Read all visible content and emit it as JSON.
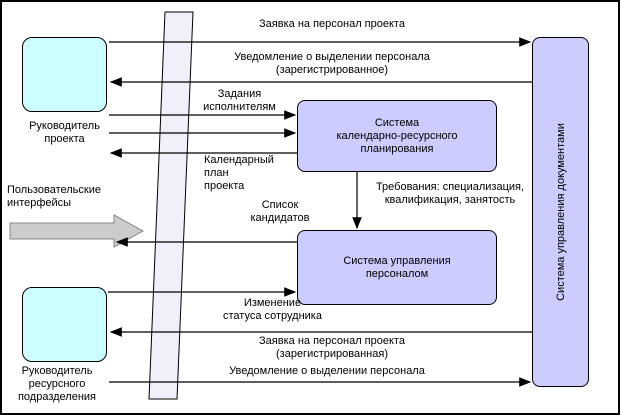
{
  "colors": {
    "actor_fill": "#ccffff",
    "system_fill": "#ccccff",
    "plane_fill": "#f0f0fb",
    "ui_arrow_fill": "#cccccc",
    "line": "#000000"
  },
  "actors": {
    "project_manager": {
      "lines": [
        "Руководитель",
        "проекта"
      ]
    },
    "resource_manager": {
      "lines": [
        "Руководитель",
        "ресурсного",
        "подразделения"
      ]
    }
  },
  "systems": {
    "planning": {
      "lines": [
        "Система",
        "календарно-ресурсного",
        "планирования"
      ]
    },
    "personnel": {
      "lines": [
        "Система управления",
        "персоналом"
      ]
    },
    "documents": {
      "label": "Система управления документами"
    }
  },
  "ui": {
    "lines": [
      "Пользовательские",
      "интерфейсы"
    ]
  },
  "flows": {
    "request_top": {
      "lines": [
        "Заявка на персонал проекта"
      ],
      "direction": "right"
    },
    "notice_registered": {
      "lines": [
        "Уведомление о выделении персонала",
        "(зарегистрированное)"
      ],
      "direction": "left"
    },
    "tasks": {
      "lines": [
        "Задания",
        "исполнителям"
      ],
      "direction": "right"
    },
    "calendar_plan": {
      "lines": [
        "Календарный",
        "план",
        "проекта"
      ],
      "direction": "left"
    },
    "requirements": {
      "lines": [
        "Требования: специализация,",
        "квалификация, занятость"
      ],
      "direction": "down"
    },
    "candidates": {
      "lines": [
        "Список",
        "кандидатов"
      ],
      "direction": "left"
    },
    "status_change": {
      "lines": [
        "Изменение",
        "статуса сотрудника"
      ],
      "direction": "right"
    },
    "request_registered": {
      "lines": [
        "Заявка на персонал проекта",
        "(зарегистрированная)"
      ],
      "direction": "left"
    },
    "notice_bottom": {
      "lines": [
        "Уведомление о выделении персонала"
      ],
      "direction": "right"
    }
  }
}
